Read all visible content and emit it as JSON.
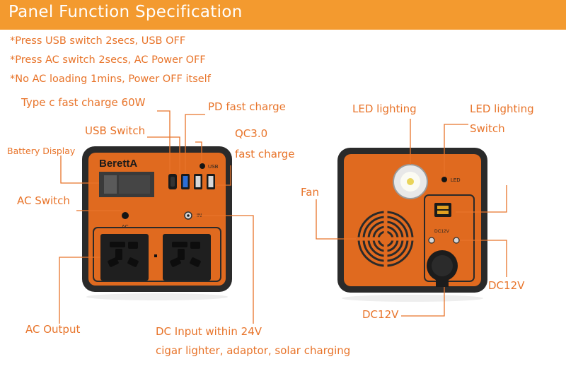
{
  "title": "Panel Function Specification",
  "notes": [
    "*Press USB switch 2secs,  USB OFF",
    "*Press AC switch 2secs, AC Power OFF",
    "*No AC loading 1mins, Power OFF itself"
  ],
  "colors": {
    "accent": "#f39a2f",
    "label": "#e8742a",
    "body": "#e06a1f",
    "case": "#2a2a2a"
  },
  "front": {
    "brand": "BerettA",
    "usb_text": "USB",
    "ac_text": "AC",
    "in_text": "IN",
    "labels": {
      "type_c": "Type c fast charge 60W",
      "pd": "PD fast charge",
      "usb_switch": "USB Switch",
      "qc_line1": "QC3.0",
      "qc_line2": "fast charge",
      "battery_display": "Battery Display",
      "ac_switch": "AC Switch",
      "ac_output": "AC Output",
      "dc_input": "DC Input within 24V",
      "dc_input_sub": "cigar lighter, adaptor, solar charging"
    }
  },
  "back": {
    "led_text": "LED",
    "dc_text": "DC12V",
    "labels": {
      "led_lighting": "LED lighting",
      "led_switch_line1": "LED lighting",
      "led_switch_line2": "Switch",
      "fan": "Fan",
      "dc12v_right": "DC12V",
      "dc12v_bottom": "DC12V"
    }
  }
}
